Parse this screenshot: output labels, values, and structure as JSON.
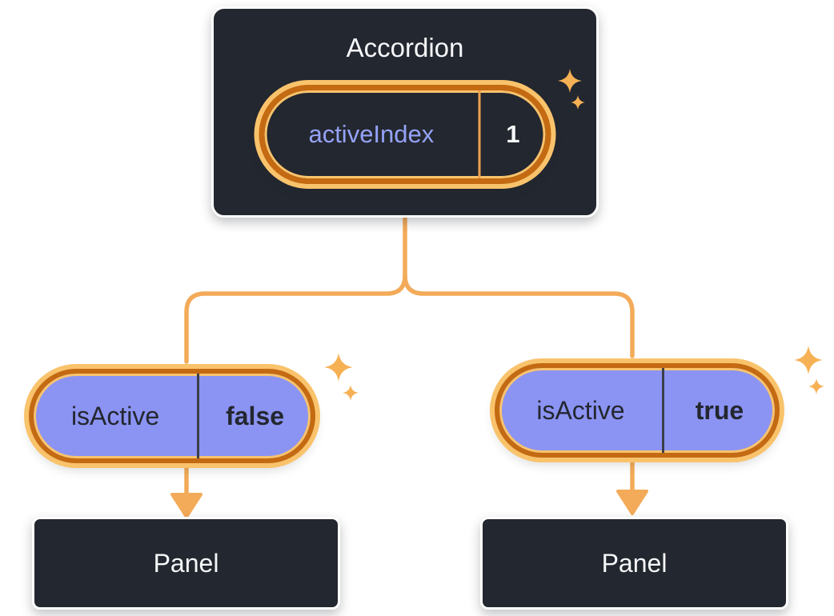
{
  "diagram": {
    "accordion": {
      "title": "Accordion",
      "state": {
        "label": "activeIndex",
        "value": "1"
      }
    },
    "children": [
      {
        "prop": {
          "label": "isActive",
          "value": "false"
        },
        "panel": {
          "title": "Panel"
        }
      },
      {
        "prop": {
          "label": "isActive",
          "value": "true"
        },
        "panel": {
          "title": "Panel"
        }
      }
    ]
  },
  "icons": {
    "sparkle_large": "sparkle-icon",
    "sparkle_small": "sparkle-icon"
  },
  "colors": {
    "background": "#ffffff",
    "box_fill": "#23272f",
    "box_border": "#ffffff",
    "text_light": "#f6f7f9",
    "state_label_text": "#95a2f8",
    "pill_fill": "#8b93f3",
    "pill_text": "#23272f",
    "ring_outer": "#f9c36c",
    "ring_inner": "#c36a13",
    "connector": "#f3ab59",
    "sparkle": "#f7b155"
  }
}
